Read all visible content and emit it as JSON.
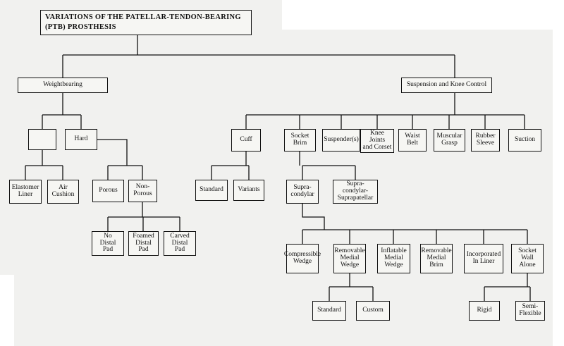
{
  "title": "VARIATIONS OF THE PATELLAR-TENDON-BEARING\n(PTB) PROSTHESIS",
  "nodes": {
    "weightbearing": "Weightbearing",
    "blank": "",
    "hard": "Hard",
    "elastomer_liner": "Elastomer\nLiner",
    "air_cushion": "Air\nCushion",
    "porous": "Porous",
    "non_porous": "Non-\nPorous",
    "no_distal_pad": "No\nDistal\nPad",
    "foamed_distal_pad": "Foamed\nDistal\nPad",
    "carved_distal_pad": "Carved\nDistal\nPad",
    "suspension_knee_control": "Suspension and Knee Control",
    "cuff": "Cuff",
    "socket_brim": "Socket\nBrim",
    "suspenders": "Suspender(s)",
    "knee_joints_corset": "Knee\nJoints\nand Corset",
    "waist_belt": "Waist\nBelt",
    "muscular_grasp": "Muscular\nGrasp",
    "rubber_sleeve": "Rubber\nSleeve",
    "suction": "Suction",
    "standard_cuff": "Standard",
    "variants": "Variants",
    "supracondylar": "Supra-\ncondylar",
    "supracondylar_suprapatellar": "Supra-\ncondylar-\nSuprapatellar",
    "compressible_wedge": "Compressible\nWedge",
    "removable_medial_wedge": "Removable\nMedial\nWedge",
    "inflatable_medial_wedge": "Inflatable\nMedial\nWedge",
    "removable_medial_brim": "Removable\nMedial\nBrim",
    "incorporated_in_liner": "Incorporated\nIn Liner",
    "socket_wall_alone": "Socket\nWall\nAlone",
    "standard_wedge": "Standard",
    "custom": "Custom",
    "rigid": "Rigid",
    "semi_flexible": "Semi-\nFlexible"
  },
  "colors": {
    "paper": "#f1f1ef",
    "line": "#111111"
  }
}
